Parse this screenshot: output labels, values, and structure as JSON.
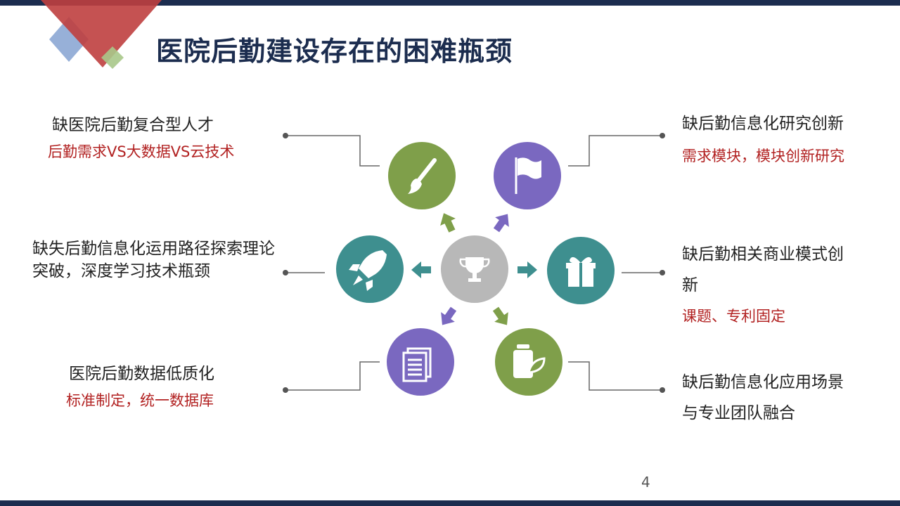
{
  "title": "医院后勤建设存在的困难瓶颈",
  "page_number": "4",
  "items": [
    {
      "main": "缺医院后勤复合型人才",
      "sub": "后勤需求VS大数据VS云技术",
      "icon": "paintbrush-icon",
      "color": "#7f9f4a"
    },
    {
      "main": "缺后勤信息化研究创新",
      "sub": "需求模块，模块创新研究",
      "icon": "flag-icon",
      "color": "#7a68c0"
    },
    {
      "main": "缺失后勤信息化运用路径探索理论突破，深度学习技术瓶颈",
      "icon": "rocket-icon",
      "color": "#3e8f8f"
    },
    {
      "main": "缺后勤相关商业模式创新",
      "sub": "课题、专利固定",
      "icon": "gift-icon",
      "color": "#3e8f8f"
    },
    {
      "main": "医院后勤数据低质化",
      "sub": "标准制定，统一数据库",
      "icon": "document-icon",
      "color": "#7a68c0"
    },
    {
      "main": "缺后勤信息化应用场景与专业团队融合",
      "icon": "jar-leaf-icon",
      "color": "#7f9f4a"
    }
  ],
  "center": {
    "icon": "trophy-icon",
    "color": "#b8b8b8"
  },
  "colors": {
    "navy": "#1c2d4f",
    "red_text": "#b22222"
  }
}
